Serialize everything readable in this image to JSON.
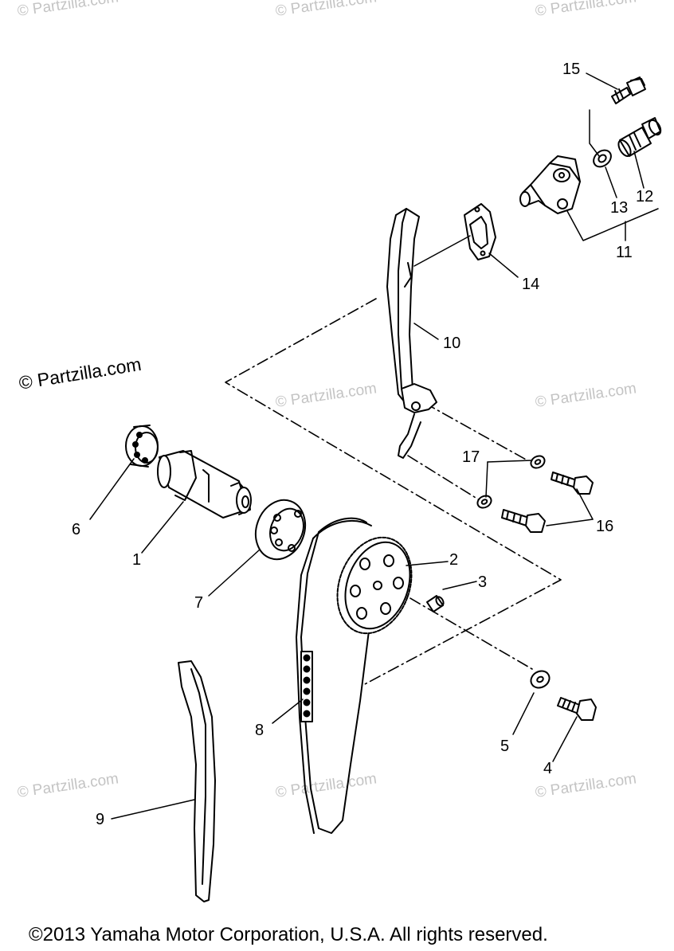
{
  "watermarks": {
    "faint": "© Partzilla.com",
    "main": "© Partzilla.com"
  },
  "callouts": {
    "p1": "1",
    "p2": "2",
    "p3": "3",
    "p4": "4",
    "p5": "5",
    "p6": "6",
    "p7": "7",
    "p8": "8",
    "p9": "9",
    "p10": "10",
    "p11": "11",
    "p12": "12",
    "p13": "13",
    "p14": "14",
    "p15": "15",
    "p16": "16",
    "p17": "17"
  },
  "footer": {
    "copyright": "©2013 Yamaha Motor Corporation, U.S.A. All rights reserved."
  }
}
